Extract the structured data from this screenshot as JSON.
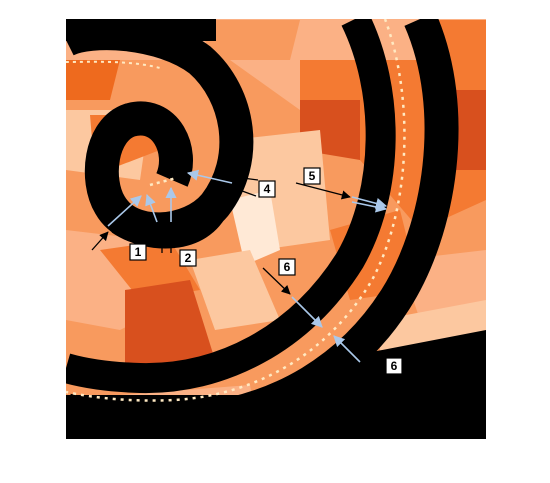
{
  "palette": {
    "lightest": "#ffe9d6",
    "light": "#fcc8a0",
    "peach": "#fbb185",
    "mid": "#f89a5e",
    "orange": "#f47a32",
    "deep": "#ee6a1e",
    "dark": "#d8501e",
    "darkest": "#c94420",
    "band": "#000000",
    "arrow_black": "#000000",
    "arrow_light": "#aac8ea",
    "gap_dot": "#ffe9c2"
  },
  "markers": [
    {
      "id": "m1",
      "label": "1"
    },
    {
      "id": "m2",
      "label": "2"
    },
    {
      "id": "m4",
      "label": "4"
    },
    {
      "id": "m5",
      "label": "5"
    },
    {
      "id": "m6a",
      "label": "6"
    },
    {
      "id": "m6b",
      "label": "6"
    }
  ]
}
